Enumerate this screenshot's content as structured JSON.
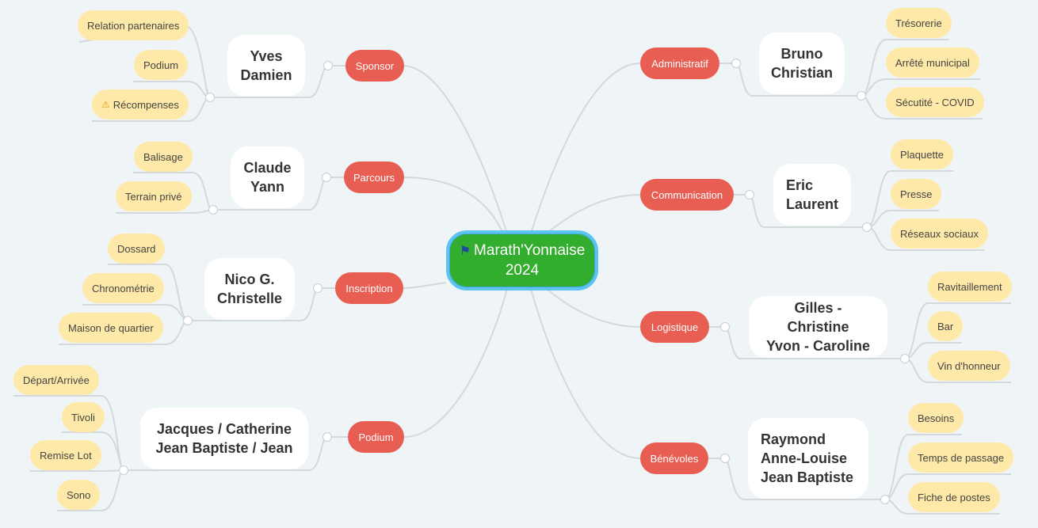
{
  "root": {
    "title_line1": "Marath'Yonnaise",
    "title_line2": "2024",
    "icon": "flag-icon"
  },
  "branches": {
    "sponsor": {
      "label": "Sponsor",
      "people": [
        "Yves",
        "Damien"
      ],
      "leaves": [
        "Relation partenaires",
        "Podium",
        "Récompenses"
      ]
    },
    "parcours": {
      "label": "Parcours",
      "people": [
        "Claude",
        "Yann"
      ],
      "leaves": [
        "Balisage",
        "Terrain privé"
      ]
    },
    "inscription": {
      "label": "Inscription",
      "people": [
        "Nico G.",
        "Christelle"
      ],
      "leaves": [
        "Dossard",
        "Chronométrie",
        "Maison de quartier"
      ]
    },
    "podium": {
      "label": "Podium",
      "people": [
        "Jacques / Catherine",
        "Jean Baptiste / Jean"
      ],
      "leaves": [
        "Départ/Arrivée",
        "Tivoli",
        "Remise Lot",
        "Sono"
      ]
    },
    "administratif": {
      "label": "Administratif",
      "people": [
        "Bruno",
        "Christian"
      ],
      "leaves": [
        "Trésorerie",
        "Arrêté municipal",
        "Sécutité - COVID"
      ]
    },
    "communication": {
      "label": "Communication",
      "people": [
        "Eric",
        "Laurent"
      ],
      "leaves": [
        "Plaquette",
        "Presse",
        "Réseaux sociaux"
      ]
    },
    "logistique": {
      "label": "Logistique",
      "people": [
        "Gilles - Christine",
        "Yvon - Caroline"
      ],
      "leaves": [
        "Ravitaillement",
        "Bar",
        "Vin d'honneur"
      ]
    },
    "benevoles": {
      "label": "Bénévoles",
      "people": [
        "Raymond",
        "Anne-Louise",
        "Jean Baptiste"
      ],
      "leaves": [
        "Besoins",
        "Temps de passage",
        "Fiche de postes"
      ]
    }
  },
  "colors": {
    "background": "#eff4f7",
    "root": "#33ad2d",
    "root_border": "#5cc4f2",
    "category": "#e95e52",
    "leaf": "#ffe9a8",
    "link": "#d3d8dc"
  },
  "icons": {
    "warning": "warning-icon"
  }
}
